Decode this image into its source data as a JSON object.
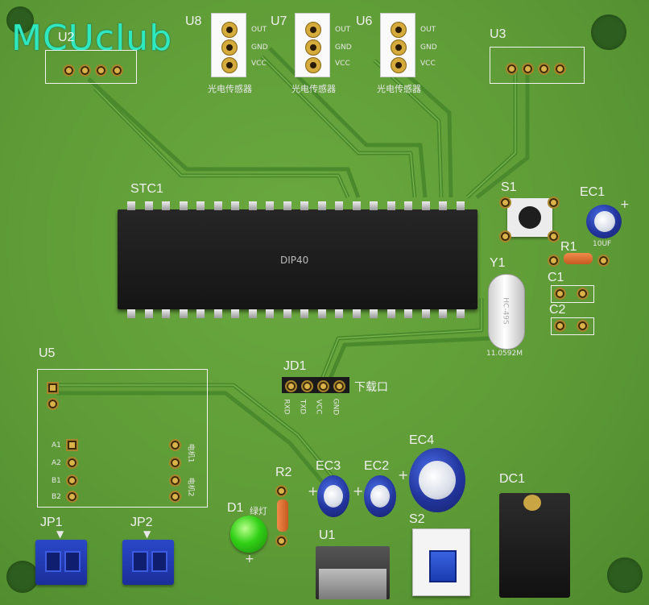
{
  "logo": "MCUclub",
  "chip": {
    "ref": "STC1",
    "package": "DIP40"
  },
  "headers": {
    "u2": "U2",
    "u3": "U3",
    "u5": "U5",
    "jd1": "JD1",
    "jd1_caption": "下载口"
  },
  "jd1_pins": [
    "RXD",
    "TXD",
    "VCC",
    "GND"
  ],
  "sensors": [
    {
      "ref": "U8",
      "pins": [
        "OUT",
        "GND",
        "VCC"
      ],
      "caption": "光电传感器"
    },
    {
      "ref": "U7",
      "pins": [
        "OUT",
        "GND",
        "VCC"
      ],
      "caption": "光电传感器"
    },
    {
      "ref": "U6",
      "pins": [
        "OUT",
        "GND",
        "VCC"
      ],
      "caption": "光电传感器"
    }
  ],
  "u5_pins_left": [
    "A1",
    "A2",
    "B1",
    "B2"
  ],
  "u5_pins_right": [
    "电机1",
    "电机2"
  ],
  "parts": {
    "s1": "S1",
    "ec1": "EC1",
    "ec1_value": "10UF",
    "r1": "R1",
    "y1": "Y1",
    "y1_freq": "11.0592M",
    "y1_body": "HC-49S",
    "c1": "C1",
    "c2": "C2",
    "r2": "R2",
    "d1": "D1",
    "d1_caption": "绿灯",
    "ec2": "EC2",
    "ec3": "EC3",
    "ec4": "EC4",
    "s2": "S2",
    "u1": "U1",
    "dc1": "DC1",
    "jp1": "JP1",
    "jp2": "JP2"
  },
  "colors": {
    "board": "#5f9c37",
    "silk": "#f0f0f0",
    "logo": "#2ee8c0",
    "connector": "#2a47c8",
    "led": "#32d017"
  }
}
